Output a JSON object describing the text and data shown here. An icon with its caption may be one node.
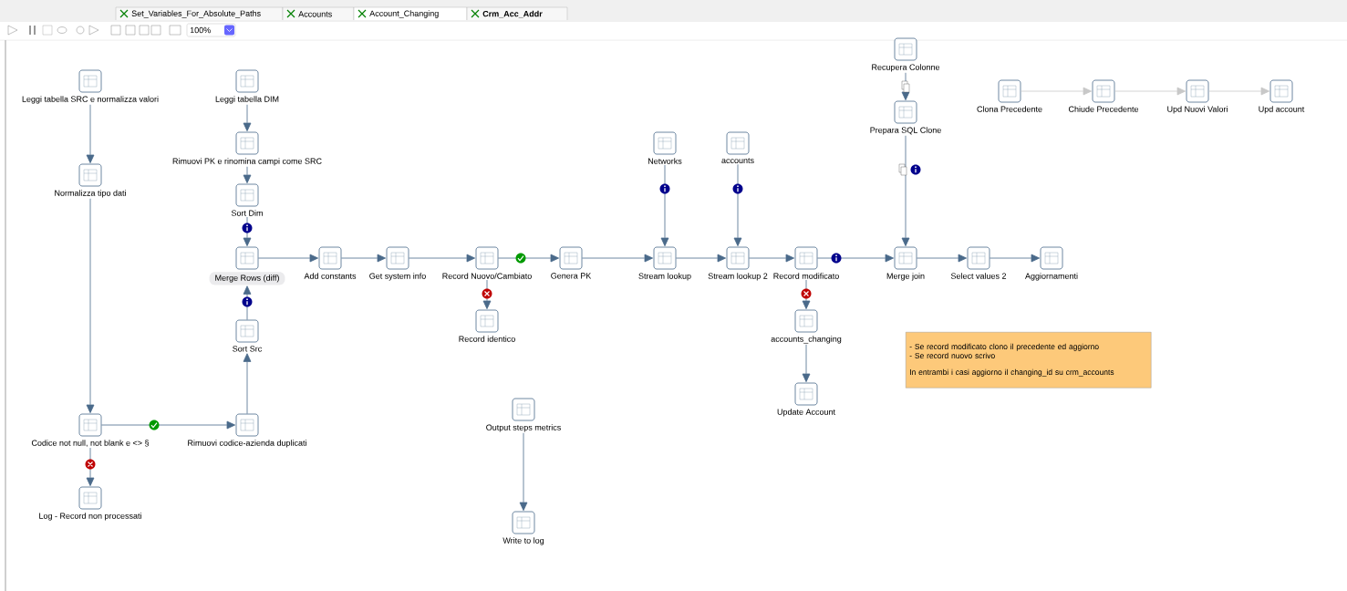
{
  "diagram": {
    "nodes": [
      {
        "text": [
          "Leggi tabella SRC e normalizza valori"
        ]
      },
      {
        "text": [
          "Normalizza tipo dati"
        ]
      },
      {
        "text": [
          "Codice not null, not blank e <> §"
        ]
      },
      {
        "text": [
          "Log - Record non processati"
        ]
      },
      {
        "text": [
          "Rimuovi codice-azienda duplicati"
        ]
      },
      {
        "text": [
          "Sort Src"
        ]
      },
      {
        "text": [
          "Leggi tabella DIM"
        ]
      },
      {
        "text": [
          "Rimuovi PK e rinomina campi come SRC"
        ]
      },
      {
        "text": [
          "Sort Dim"
        ]
      },
      {
        "text": [
          "Merge Rows (diff)"
        ]
      },
      {
        "text": [
          "Add constants"
        ]
      },
      {
        "text": [
          "Get system info"
        ]
      },
      {
        "text": [
          "Record Nuovo/Cambiato"
        ]
      },
      {
        "text": [
          "Record identico"
        ]
      },
      {
        "text": [
          "Genera PK"
        ]
      },
      {
        "text": [
          "Networks"
        ]
      },
      {
        "text": [
          "Stream lookup"
        ]
      },
      {
        "text": [
          "accounts"
        ]
      },
      {
        "text": [
          "Stream lookup 2"
        ]
      },
      {
        "text": [
          "Record modificato"
        ]
      },
      {
        "text": [
          "accounts_changing"
        ]
      },
      {
        "text": [
          "Update Account"
        ]
      },
      {
        "text": [
          "Recupera Colonne"
        ]
      },
      {
        "text": [
          "Prepara SQL Clone"
        ]
      },
      {
        "text": [
          "Merge join"
        ]
      },
      {
        "text": [
          "Select values 2"
        ]
      },
      {
        "text": [
          "Aggiornamenti"
        ]
      },
      {
        "text": [
          "Clona Precedente"
        ]
      },
      {
        "text": [
          "Chiude Precedente"
        ]
      },
      {
        "text": [
          "Upd Nuovi Valori"
        ]
      },
      {
        "text": [
          "Upd account"
        ]
      },
      {
        "text": [
          "Output steps metrics"
        ]
      },
      {
        "text": [
          "Write to log"
        ]
      },
      {
        "text": [
          "- Se record modificato clono il precedente ed aggiorno",
          "- Se record nuovo scrivo",
          "In entrambi i casi aggiorno il changing_id su crm_accounts"
        ]
      }
    ],
    "edges": [
      {
        "from": 0,
        "to": 1,
        "arrow": "to"
      },
      {
        "from": 1,
        "to": 2,
        "arrow": "to"
      },
      {
        "from": 2,
        "to": 3,
        "arrow": "to"
      },
      {
        "from": 2,
        "to": 4,
        "arrow": "to"
      },
      {
        "from": 4,
        "to": 5,
        "arrow": "to"
      },
      {
        "from": 5,
        "to": 9,
        "arrow": "to"
      },
      {
        "from": 6,
        "to": 7,
        "arrow": "to"
      },
      {
        "from": 7,
        "to": 8,
        "arrow": "to"
      },
      {
        "from": 8,
        "to": 9,
        "arrow": "to"
      },
      {
        "from": 9,
        "to": 10,
        "arrow": "to"
      },
      {
        "from": 10,
        "to": 11,
        "arrow": "to"
      },
      {
        "from": 11,
        "to": 12,
        "arrow": "to"
      },
      {
        "from": 12,
        "to": 13,
        "arrow": "to"
      },
      {
        "from": 12,
        "to": 14,
        "arrow": "to"
      },
      {
        "from": 14,
        "to": 16,
        "arrow": "to"
      },
      {
        "from": 15,
        "to": 16,
        "arrow": "to"
      },
      {
        "from": 16,
        "to": 18,
        "arrow": "to"
      },
      {
        "from": 17,
        "to": 18,
        "arrow": "to"
      },
      {
        "from": 18,
        "to": 19,
        "arrow": "to"
      },
      {
        "from": 19,
        "to": 20,
        "arrow": "to"
      },
      {
        "from": 19,
        "to": 24,
        "arrow": "to"
      },
      {
        "from": 20,
        "to": 21,
        "arrow": "to"
      },
      {
        "from": 22,
        "to": 23,
        "arrow": "to"
      },
      {
        "from": 23,
        "to": 24,
        "arrow": "to"
      },
      {
        "from": 24,
        "to": 25,
        "arrow": "to"
      },
      {
        "from": 25,
        "to": 26,
        "arrow": "to"
      },
      {
        "from": 27,
        "to": 28,
        "arrow": "to",
        "color": "#c8c8c8"
      },
      {
        "from": 28,
        "to": 29,
        "arrow": "to",
        "color": "#c8c8c8"
      },
      {
        "from": 29,
        "to": 30,
        "arrow": "to",
        "color": "#c8c8c8"
      },
      {
        "from": 31,
        "to": 32,
        "arrow": "to"
      }
    ],
    "labels": [
      "Set_Variables_For_Absolute_Paths",
      "Accounts",
      "Account_Changing",
      "Crm_Acc_Addr",
      "100%"
    ]
  }
}
